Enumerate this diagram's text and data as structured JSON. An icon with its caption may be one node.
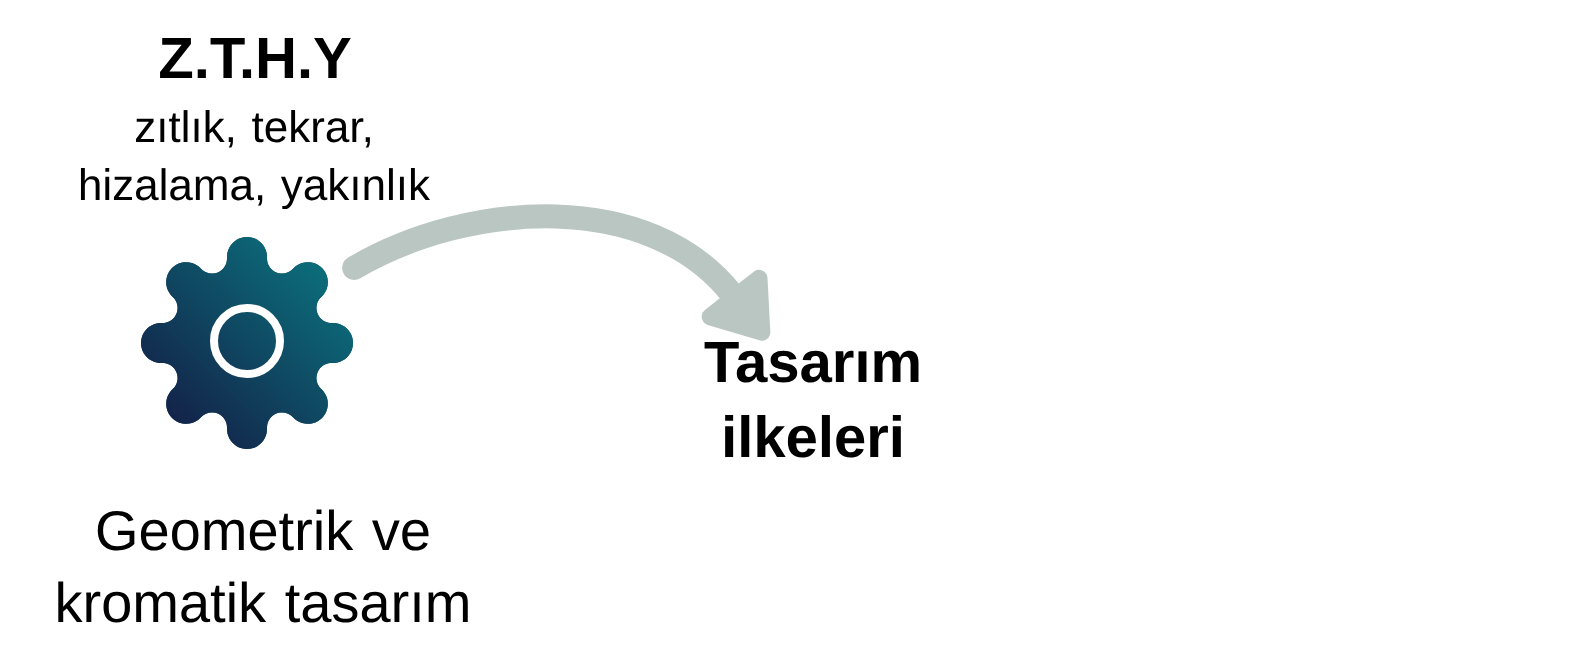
{
  "diagram": {
    "nodes": [
      {
        "text": [
          "Z.T.H.Y",
          "zıtlık, tekrar, hizalama, yakınlık"
        ],
        "beside": [
          "Geometrik ve kromatik tasarım"
        ]
      },
      {
        "text": [
          "Tasarım ilkeleri"
        ]
      }
    ],
    "edges": [
      {
        "from": 0,
        "to": 1,
        "arrow": "to",
        "color": "#b9c6c1"
      }
    ]
  }
}
